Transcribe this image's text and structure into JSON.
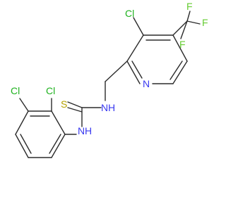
{
  "atoms": {
    "cl_pyridine": "Cl",
    "f_top": "F",
    "f_right": "F",
    "f_lower": "F",
    "n_pyridine": "N",
    "n_urea_top": "N",
    "h_urea_top": "H",
    "s_thione": "S",
    "n_urea_bottom": "N",
    "h_urea_bottom": "H",
    "cl_aryl_ortho": "Cl",
    "cl_aryl_meta": "Cl"
  },
  "colors": {
    "bond": "#2b2b2b",
    "chlorine": "#1fb21f",
    "fluorine": "#66cc33",
    "nitrogen": "#3a3af0",
    "sulfur": "#b5a100"
  }
}
